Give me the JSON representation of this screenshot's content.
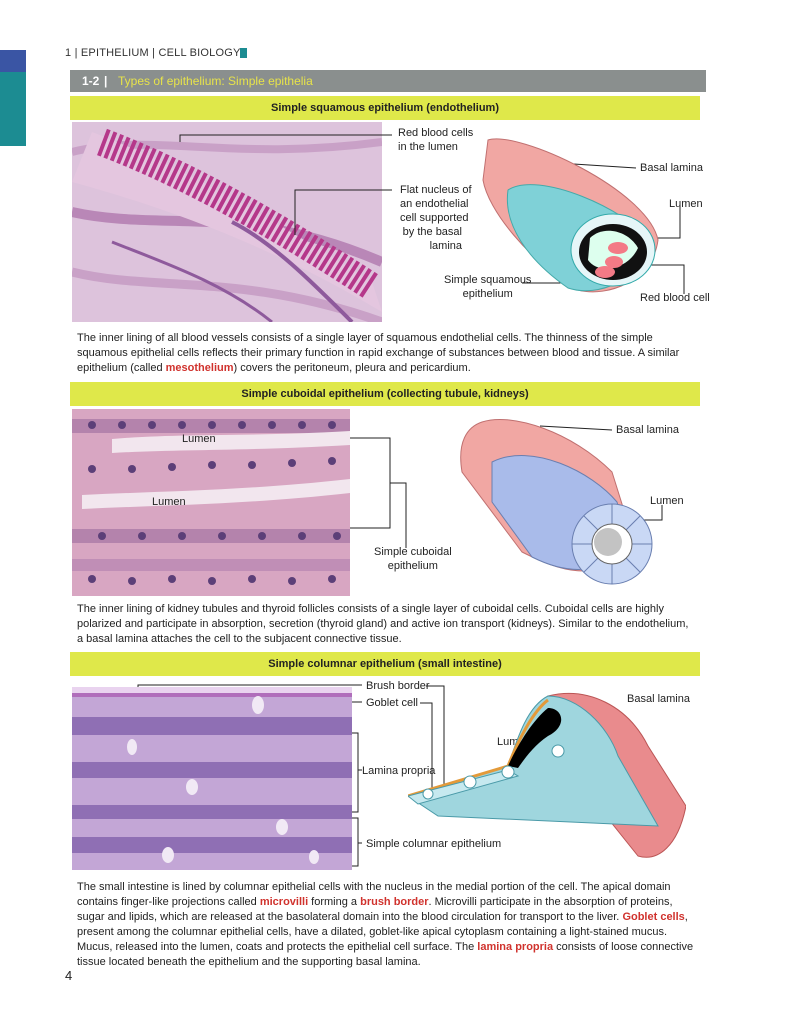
{
  "header": {
    "running_head": "1 | EPITHELIUM | CELL BIOLOGY",
    "section_number": "1-2",
    "section_separator": "|",
    "section_title": "Types of epithelium: Simple epithelia"
  },
  "panels": {
    "squamous": {
      "title": "Simple squamous epithelium (endothelium)",
      "labels": {
        "rbc_lumen": "Red blood cells\nin the lumen",
        "flat_nucleus": "Flat nucleus of\nan endothelial\ncell supported\nby the basal\nlamina",
        "simple_squamous": "Simple squamous\nepithelium",
        "basal_lamina": "Basal lamina",
        "lumen": "Lumen",
        "red_blood_cell": "Red blood cell"
      },
      "paragraph": [
        {
          "t": "The inner lining of all blood vessels consists of a single layer of squamous endothelial cells. The thinness of the simple squamous epithelial cells reflects their primary function in rapid exchange of substances between blood and tissue. A similar epithelium (called "
        },
        {
          "t": "mesothelium",
          "h": true
        },
        {
          "t": ") covers the peritoneum, pleura and pericardium."
        }
      ]
    },
    "cuboidal": {
      "title": "Simple cuboidal epithelium (collecting tubule, kidneys)",
      "labels": {
        "lumen_top": "Lumen",
        "lumen_mid": "Lumen",
        "simple_cuboidal": "Simple cuboidal\nepithelium",
        "basal_lamina": "Basal lamina",
        "lumen": "Lumen"
      },
      "paragraph": [
        {
          "t": "The inner lining of kidney tubules and thyroid follicles consists of a single layer of cuboidal cells. Cuboidal cells are highly polarized and participate in absorption, secretion (thyroid gland) and active ion transport (kidneys). Similar to the endothelium, a basal lamina attaches the cell to the subjacent connective tissue."
        }
      ]
    },
    "columnar": {
      "title": "Simple columnar epithelium (small intestine)",
      "labels": {
        "brush_border": "Brush border",
        "goblet_cell": "Goblet cell",
        "lamina_propria": "Lamina propria",
        "simple_columnar": "Simple columnar epithelium",
        "basal_lamina": "Basal lamina",
        "lumen": "Lumen"
      },
      "paragraph": [
        {
          "t": "The small intestine is lined by columnar epithelial cells with the nucleus in the medial portion of the cell. The apical domain contains finger-like projections called "
        },
        {
          "t": "microvilli",
          "h": true
        },
        {
          "t": " forming a "
        },
        {
          "t": "brush border",
          "h": true
        },
        {
          "t": ". Microvilli participate in the absorption of proteins, sugar and lipids, which are released at the basolateral domain into the blood circulation for transport to the liver. "
        },
        {
          "t": "Goblet cells",
          "h": true
        },
        {
          "t": ", present among the columnar epithelial cells, have a dilated, goblet-like apical cytoplasm containing a light-stained mucus. Mucus, released into the lumen, coats and protects the epithelial cell surface. The "
        },
        {
          "t": "lamina propria",
          "h": true
        },
        {
          "t": "  consists of loose connective tissue located beneath the epithelium and the supporting basal lamina."
        }
      ]
    }
  },
  "footer": {
    "page_number": "4"
  },
  "colors": {
    "highlight": "#d0322d",
    "bar": "#dfe84a",
    "section_band": "#8a8f8e",
    "section_title": "#e7e34a",
    "accent_teal": "#1c8c92",
    "accent_blue": "#3a55a4"
  }
}
